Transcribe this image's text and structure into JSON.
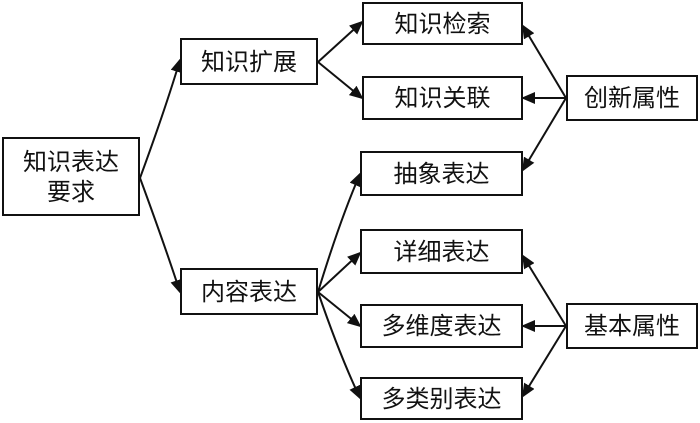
{
  "nodes": {
    "root_line1": "知识表达",
    "root_line2": "要求",
    "knowledge_expansion": "知识扩展",
    "content_expression": "内容表达",
    "knowledge_retrieval": "知识检索",
    "knowledge_association": "知识关联",
    "abstract_expression": "抽象表达",
    "detailed_expression": "详细表达",
    "multidimensional_expression": "多维度表达",
    "multicategory_expression": "多类别表达",
    "innovative_attribute": "创新属性",
    "basic_attribute": "基本属性"
  }
}
